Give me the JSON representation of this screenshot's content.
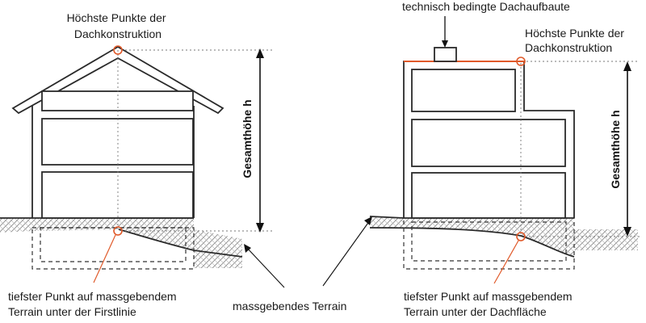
{
  "labels": {
    "left_top": [
      "Höchste Punkte der",
      "Dachkonstruktion"
    ],
    "right_top_tech": "technisch bedingte Dachaufbaute",
    "right_top": [
      "Höchste Punkte der",
      "Dachkonstruktion"
    ],
    "height_left": "Gesamthöhe h",
    "height_right": "Gesamthöhe h",
    "left_bottom": [
      "tiefster Punkt auf massgebendem",
      "Terrain unter der Firstlinie"
    ],
    "middle_bottom": "massgebendes Terrain",
    "right_bottom": [
      "tiefster Punkt auf massgebendem",
      "Terrain unter der Dachfläche"
    ]
  },
  "colors": {
    "accent": "#e05a2a",
    "lines": "#2a2a2a",
    "terrain": "#8c8c8c"
  }
}
